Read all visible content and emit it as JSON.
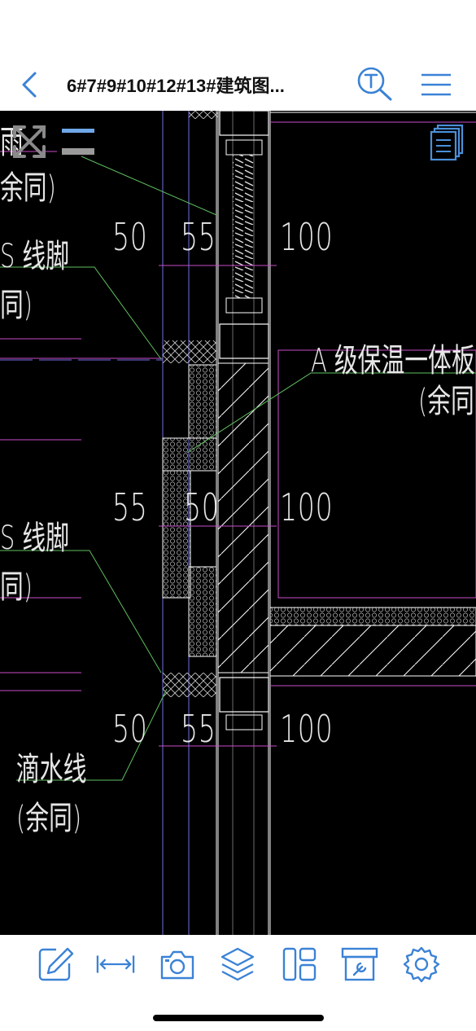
{
  "header": {
    "title": "6#7#9#10#12#13#建筑图...",
    "back_icon": "chevron-left-icon",
    "search_icon": "text-search-icon",
    "menu_icon": "hamburger-menu-icon"
  },
  "drawing": {
    "dimensions": {
      "row1": [
        "50",
        "55",
        "100"
      ],
      "row2": [
        "55",
        "50",
        "100"
      ],
      "row3": [
        "50",
        "55",
        "100"
      ]
    },
    "notes": {
      "top_left_1": "雨",
      "top_left_2": "余同)",
      "skirting_1": "S  线脚",
      "same_1": "同)",
      "insulation": "A 级保温一体板",
      "insulation_same": "(余同",
      "skirting_2": "S  线脚",
      "same_2": "同)",
      "drip_line": "滴水线",
      "drip_same": "(余同)"
    }
  },
  "overlay": {
    "expand_icon": "expand-arrows-icon",
    "layout_icon": "layout-toggle-icon",
    "pages_icon": "document-pages-icon"
  },
  "toolbar": {
    "items": [
      {
        "icon": "edit-icon"
      },
      {
        "icon": "measure-icon"
      },
      {
        "icon": "camera-icon"
      },
      {
        "icon": "layers-icon"
      },
      {
        "icon": "layout-panels-icon"
      },
      {
        "icon": "tools-box-icon"
      },
      {
        "icon": "settings-gear-icon"
      }
    ]
  },
  "colors": {
    "accent": "#3b82d6",
    "canvas": "#000000",
    "cad_lines": "#ffffff",
    "cad_magenta": "#c94cc9",
    "cad_green": "#5fbf5f",
    "cad_blue": "#6f6fe0"
  }
}
